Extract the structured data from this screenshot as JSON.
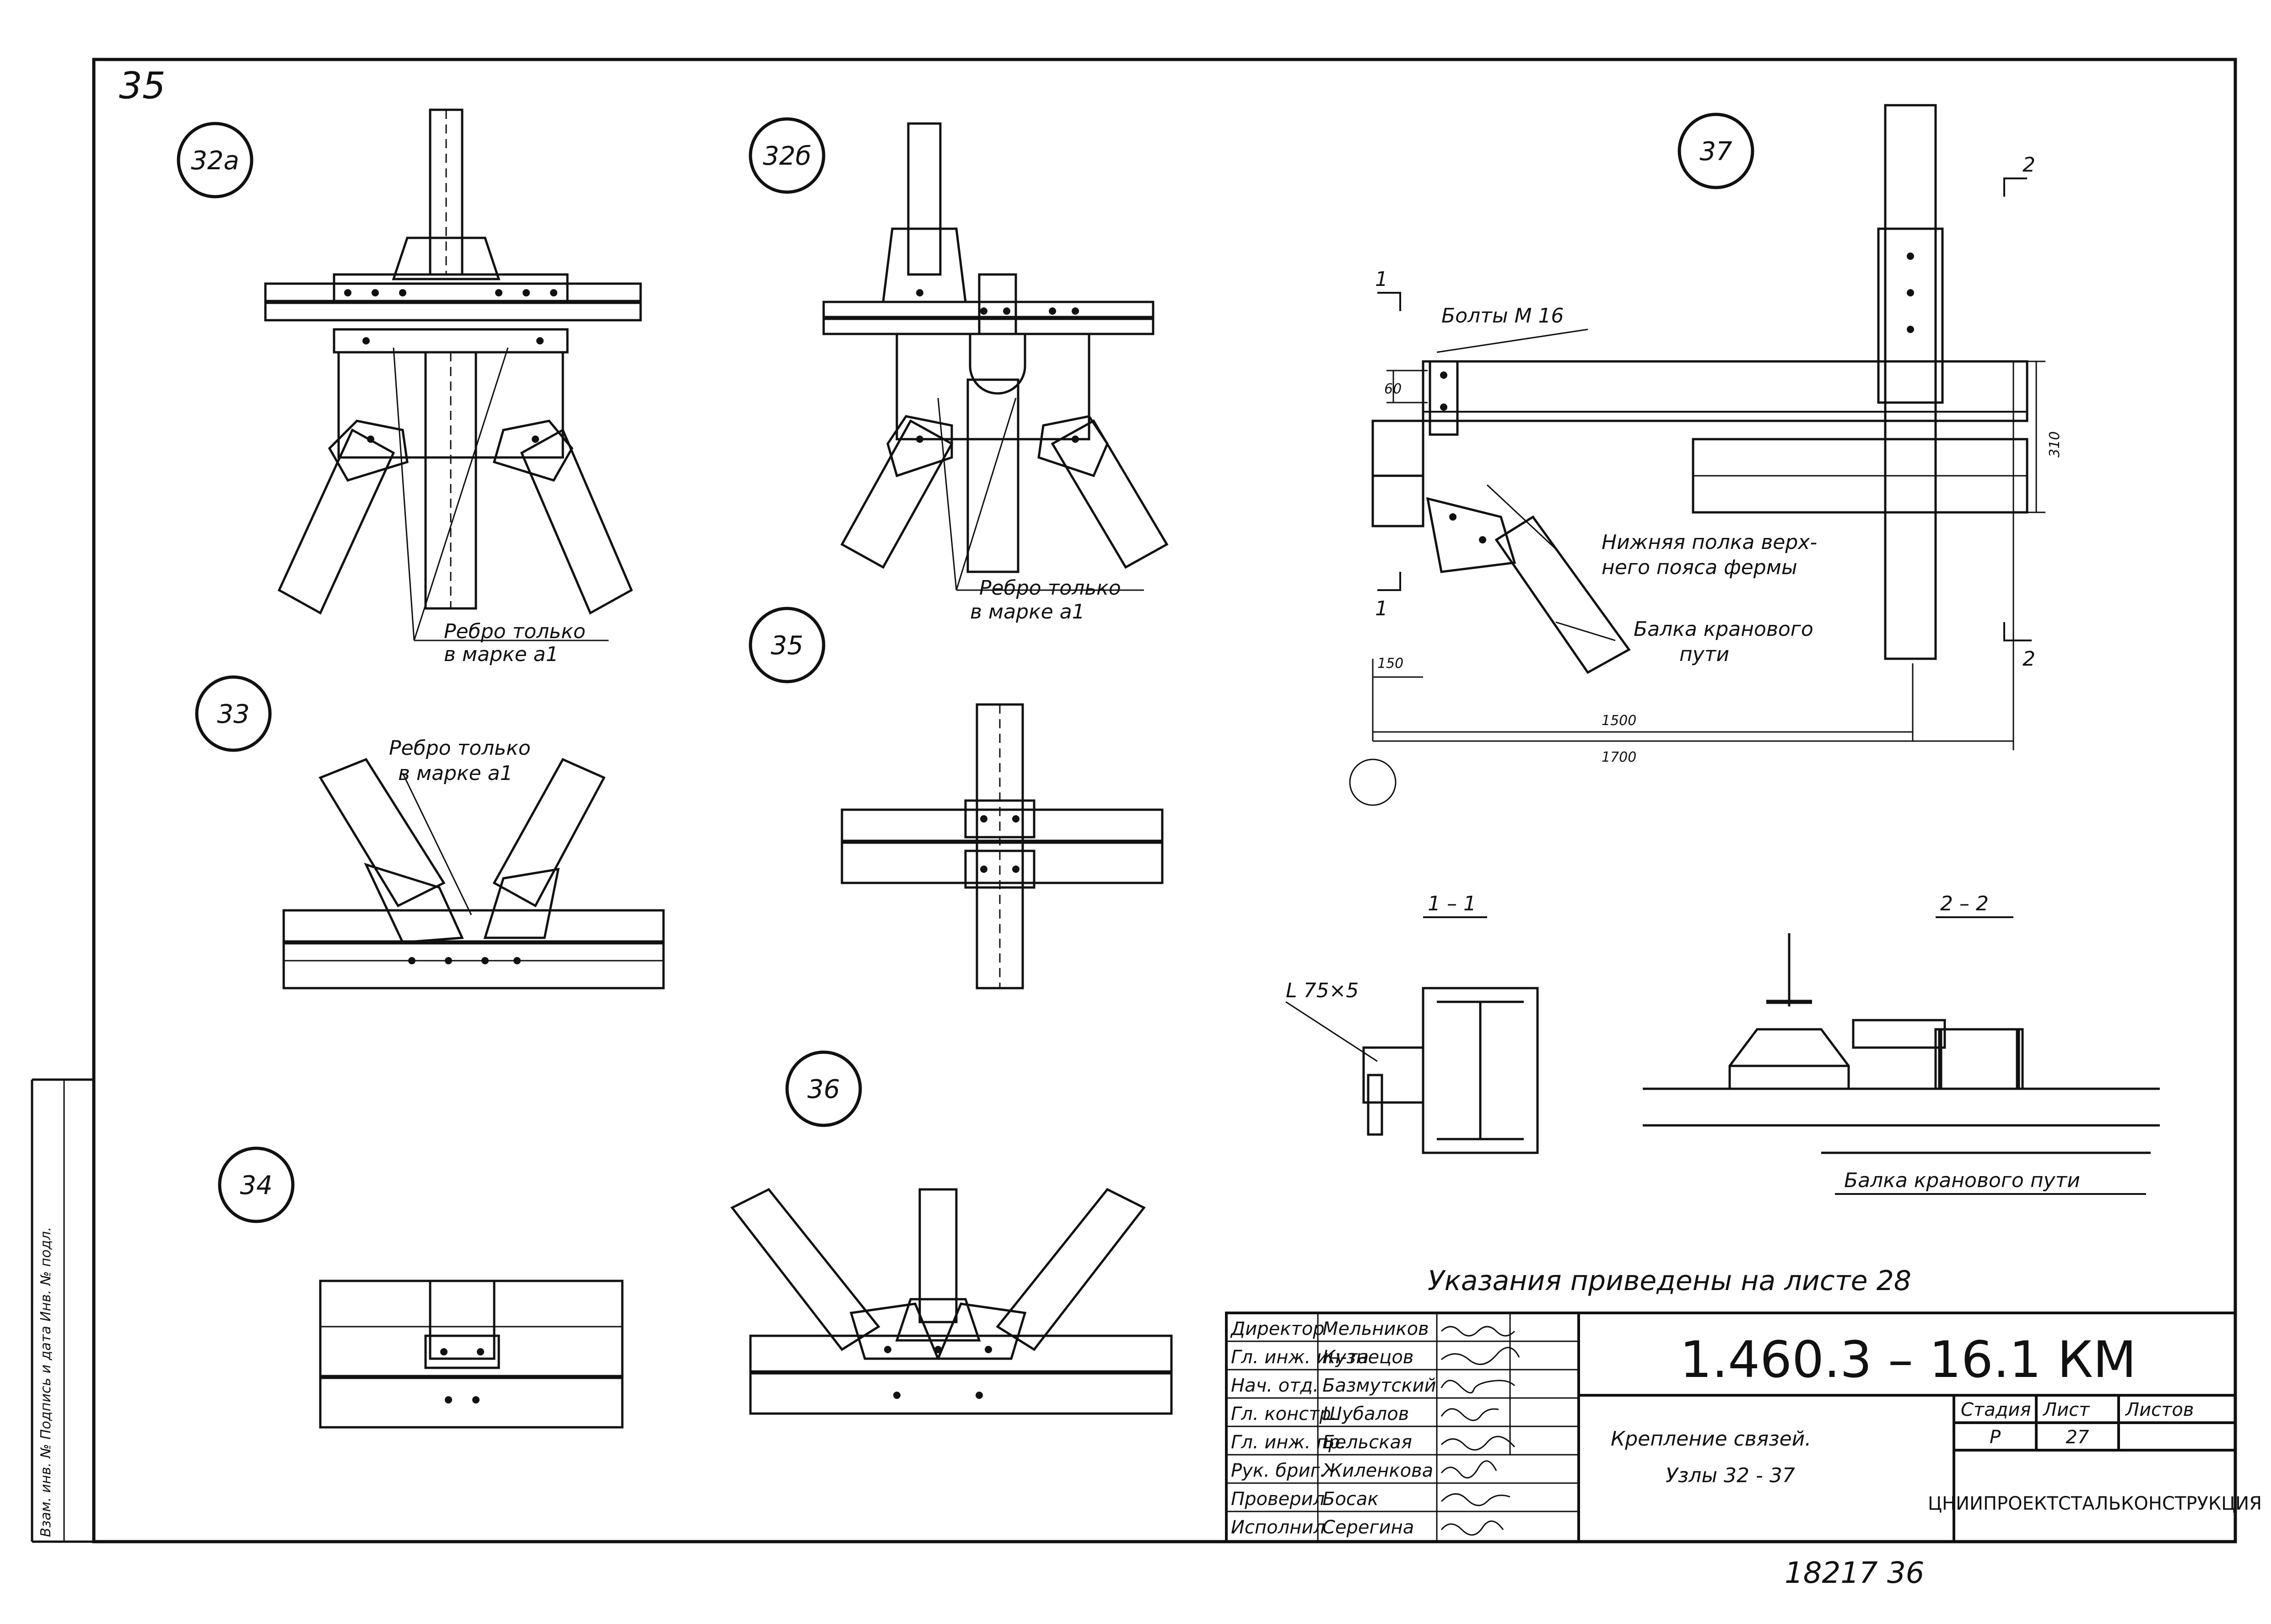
{
  "sheet_corner_number": "35",
  "nodes": {
    "n32a": "32а",
    "n32b": "32б",
    "n33": "33",
    "n34": "34",
    "n35": "35",
    "n36": "36",
    "n37": "37"
  },
  "rib_note": {
    "line1": "Ребро только",
    "line2": "в марке а1"
  },
  "node37": {
    "bolts": "Болты М 16",
    "dim_60": "60",
    "dim_310": "310",
    "dim_150": "150",
    "dim_1500": "1500",
    "dim_1700": "1700",
    "lower_flange_1": "Нижняя полка верх-",
    "lower_flange_2": "него пояса фермы",
    "crane_beam_1": "Балка кранового",
    "crane_beam_2": "пути",
    "cut1": "1",
    "cut2": "2"
  },
  "sections": {
    "s11": "1 – 1",
    "s22": "2 – 2",
    "angle": "L 75×5",
    "crane_beam": "Балка кранового пути"
  },
  "instructions": "Указания приведены на листе 28",
  "title_block": {
    "doc_code": "1.460.3 – 16.1 КМ",
    "title_1": "Крепление связей.",
    "title_2": "Узлы 32 - 37",
    "stage_header": "Стадия",
    "sheet_header": "Лист",
    "sheets_header": "Листов",
    "stage": "Р",
    "sheet": "27",
    "org": "ЦНИИПРОЕКТСТАЛЬКОНСТРУКЦИЯ",
    "staff": [
      {
        "role": "Директор",
        "name": "Мельников"
      },
      {
        "role": "Гл. инж. ин-та",
        "name": "Кузнецов"
      },
      {
        "role": "Нач. отд.",
        "name": "Базмутский"
      },
      {
        "role": "Гл. констр.",
        "name": "Шубалов"
      },
      {
        "role": "Гл. инж. пр.",
        "name": "Бельская"
      },
      {
        "role": "Рук. бриг.",
        "name": "Жиленкова"
      },
      {
        "role": "Проверил",
        "name": "Босак"
      },
      {
        "role": "Исполнил",
        "name": "Серегина"
      }
    ]
  },
  "footer_number": "18217   36",
  "side_margin_text": "Взам. инв. №   Подпись и дата   Инв. № подл."
}
